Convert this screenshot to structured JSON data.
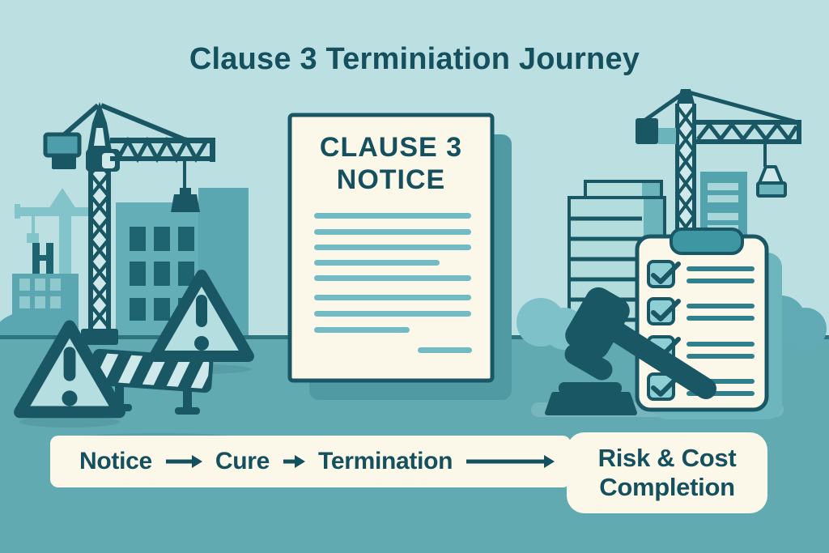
{
  "title": "Clause 3 Terminiation Journey",
  "document": {
    "heading_line1": "CLAUSE 3",
    "heading_line2": "NOTICE"
  },
  "flow": {
    "step1": "Notice",
    "step2": "Cure",
    "step3": "Termination",
    "step4": "Risk & Cost Completion"
  },
  "illustration": {
    "checklist_rows_checked": 4,
    "warning_triangle_count": 2,
    "icons": [
      "tower-crane-icon",
      "building-icon",
      "warning-triangle-icon",
      "construction-barrier-icon",
      "notice-document-icon",
      "gavel-icon",
      "checklist-clipboard-icon",
      "bush-icon",
      "flow-arrow-icon"
    ]
  },
  "colors": {
    "dark": "#1a5765",
    "horizon": "#2d737e",
    "sky": "#bce0e1",
    "ground": "#61aab2",
    "cream": "#fbf8ea",
    "doc-line": "#72bac4",
    "doc-shadow": "#4f9aa3",
    "mid": "#5aa7b1",
    "mid2": "#64aeb7",
    "light": "#b5dee1",
    "lightest": "#cfe9ea",
    "light-crane": "#83c4cb",
    "stripe-bld": "#b3dcdd",
    "teal-band": "#6cb4bc",
    "stripe-light": "#a8d7da",
    "dark-bld": "#53a3ae",
    "bush1": "#7ec1c8",
    "clip-shadow": "#6db6be",
    "window": "#1d6370",
    "window-light": "#8fc9ce",
    "check-fill": "#8ecfd6",
    "row-line": "#2f7f8c",
    "clip": "#3f96a3",
    "counterweight": "#4e9dab",
    "text": "#14505e"
  }
}
